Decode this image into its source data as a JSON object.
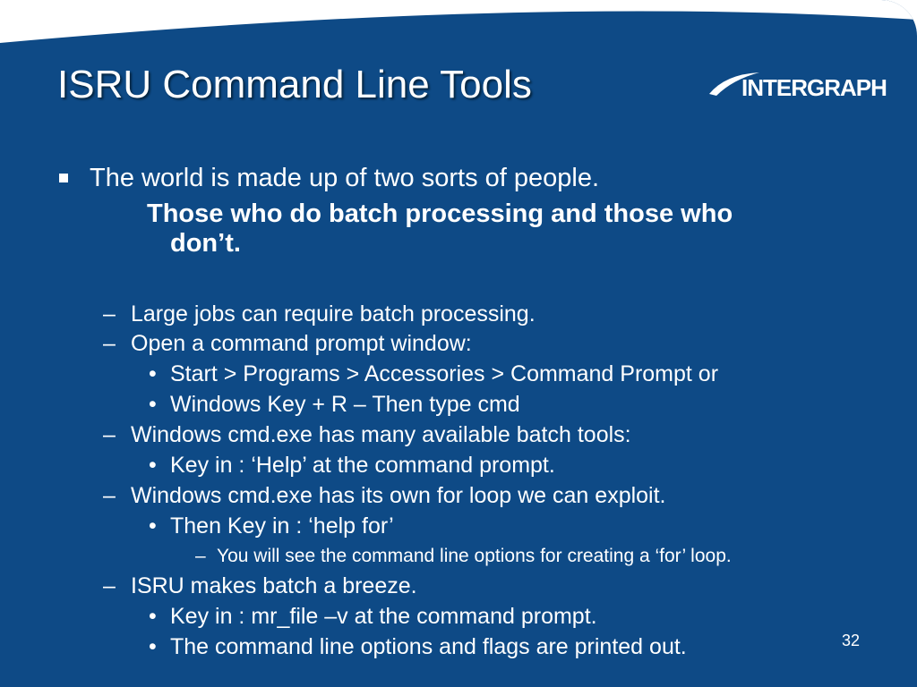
{
  "slide": {
    "title": "ISRU Command Line Tools",
    "logo_text": "INTERGRAPH",
    "page_number": "32",
    "colors": {
      "background": "#0e4a86",
      "text": "#ffffff"
    }
  },
  "bullets": {
    "l1_intro": "The world is made up of two sorts of people.",
    "l1_bold_a": "Those who do batch processing and those who",
    "l1_bold_b": "don’t.",
    "dash_marker": "–",
    "dot_marker": "•",
    "items": [
      "Large jobs can require batch processing.",
      "Open a command prompt window:",
      "Start > Programs > Accessories > Command Prompt or",
      "Windows Key + R – Then type cmd",
      "Windows cmd.exe has many available batch tools:",
      "Key in : ‘Help’ at the command prompt.",
      "Windows cmd.exe has its own for loop we can exploit.",
      "Then Key in : ‘help for’",
      "You will see the command line options for creating a ‘for’ loop.",
      "ISRU makes batch a breeze.",
      "Key in : mr_file –v at the command prompt.",
      "The command line options and flags are printed out."
    ]
  }
}
